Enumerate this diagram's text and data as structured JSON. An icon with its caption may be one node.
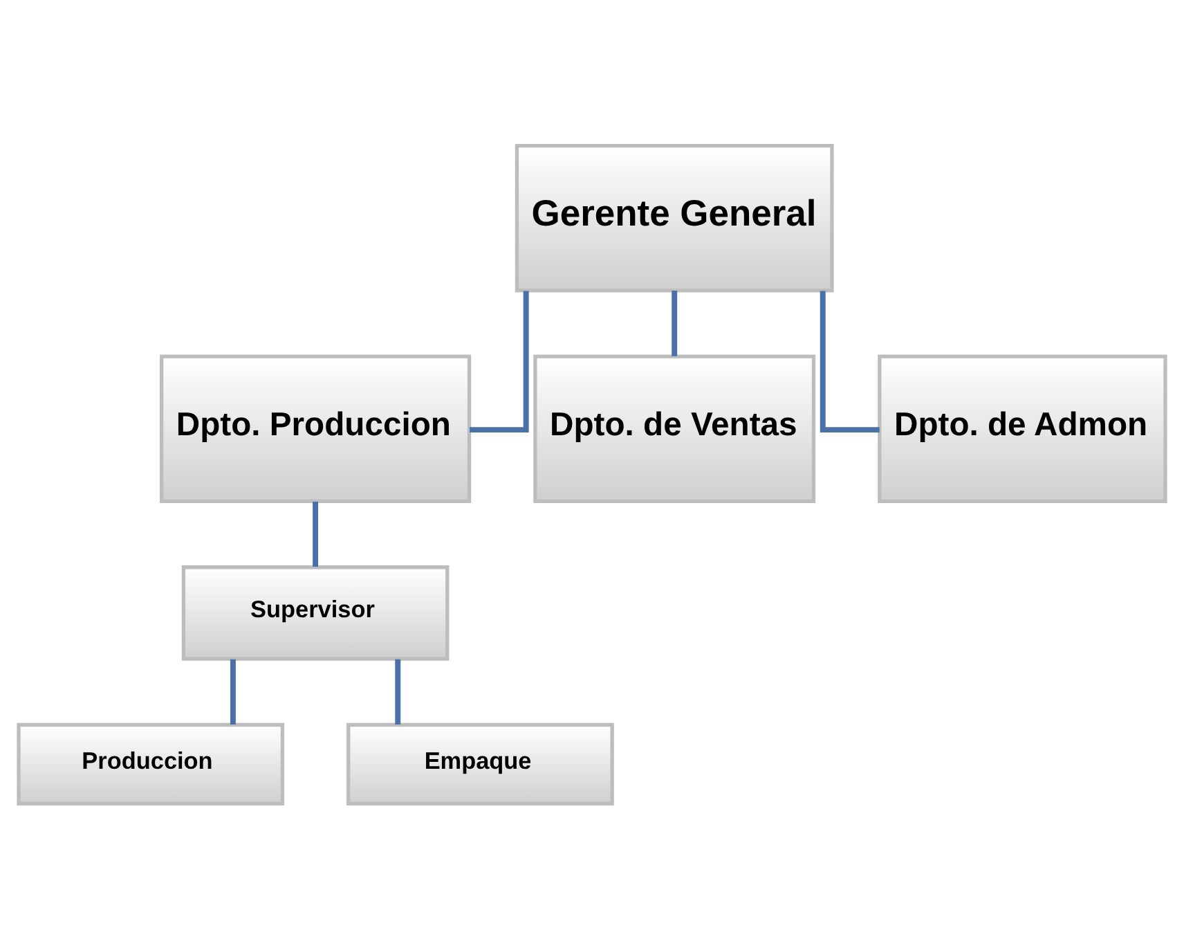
{
  "diagram": {
    "nodes": [
      {
        "text": [
          "Gerente General"
        ]
      },
      {
        "text": [
          "Dpto. Produccion"
        ]
      },
      {
        "text": [
          "Dpto. de Ventas"
        ]
      },
      {
        "text": [
          "Dpto. de Admon"
        ]
      },
      {
        "text": [
          "Supervisor"
        ]
      },
      {
        "text": [
          "Produccion"
        ]
      },
      {
        "text": [
          "Empaque"
        ]
      }
    ],
    "edges": [
      {
        "from": 0,
        "to": 1,
        "arrow": "none"
      },
      {
        "from": 0,
        "to": 2,
        "arrow": "none"
      },
      {
        "from": 0,
        "to": 3,
        "arrow": "none"
      },
      {
        "from": 1,
        "to": 4,
        "arrow": "none"
      },
      {
        "from": 4,
        "to": 5,
        "arrow": "none"
      },
      {
        "from": 4,
        "to": 6,
        "arrow": "none"
      }
    ]
  }
}
